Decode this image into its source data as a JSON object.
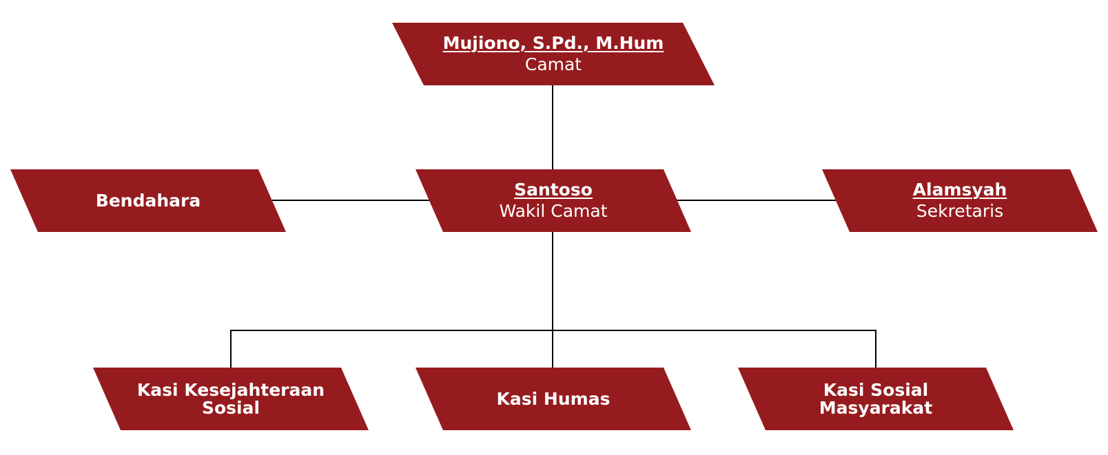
{
  "colors": {
    "box_fill": "#961b1e",
    "box_text": "#ffffff",
    "connector": "#000000",
    "background": "#ffffff"
  },
  "nodes": {
    "camat": {
      "name": "Mujiono, S.Pd., M.Hum",
      "title": "Camat"
    },
    "wakil_camat": {
      "name": "Santoso",
      "title": "Wakil Camat"
    },
    "bendahara": {
      "label": "Bendahara"
    },
    "sekretaris": {
      "name": "Alamsyah",
      "title": "Sekretaris"
    },
    "kasi_kesejahteraan": {
      "label": "Kasi Kesejahteraan Sosial"
    },
    "kasi_humas": {
      "label": "Kasi Humas"
    },
    "kasi_sosial": {
      "label": "Kasi Sosial Masyarakat"
    }
  }
}
